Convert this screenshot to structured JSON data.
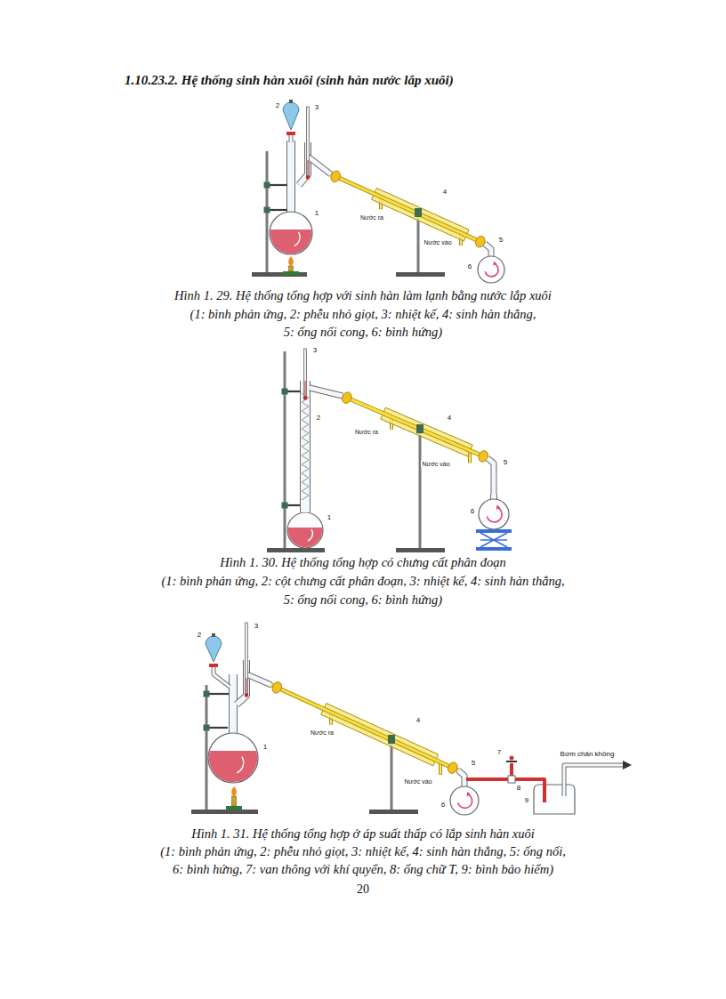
{
  "diagram": {
    "title": "1.10.23.2. Hệ thống sinh hàn xuôi (sinh hàn nước lắp xuôi)",
    "labels": [
      "2",
      "3",
      "1",
      "4",
      "5",
      "6",
      "Nước ra",
      "Nước vào",
      "Hình 1. 29. Hệ thống tổng hợp với sinh hàn làm lạnh bằng nước lắp xuôi",
      "(1: bình phản ứng, 2: phễu nhỏ giọt, 3: nhiệt kế, 4: sinh hàn thẳng,",
      "5: ống nối cong, 6: bình hứng)",
      "3",
      "2",
      "1",
      "4",
      "5",
      "6",
      "Nước ra",
      "Nước vào",
      "Hình 1. 30. Hệ thống tổng hợp có chưng cất phân đoạn",
      "(1: bình phản ứng, 2: cột chưng cất phân đoạn, 3: nhiệt kế, 4: sinh hàn thẳng,",
      "5: ống nối cong, 6: bình hứng)",
      "2",
      "3",
      "1",
      "4",
      "5",
      "6",
      "7",
      "8",
      "9",
      "Nước ra",
      "Nước vào",
      "Bơm chân không",
      "Hình 1. 31. Hệ thống tổng hợp ở áp suất thấp có lắp sinh hàn xuôi",
      "(1: bình phản ứng, 2: phễu nhỏ giọt, 3: nhiệt kế, 4: sinh hàn thẳng, 5: ống nối,",
      "6: bình hứng, 7: van thông với khí quyển, 8: ống chữ T, 9: bình bảo hiểm)",
      "20"
    ]
  }
}
